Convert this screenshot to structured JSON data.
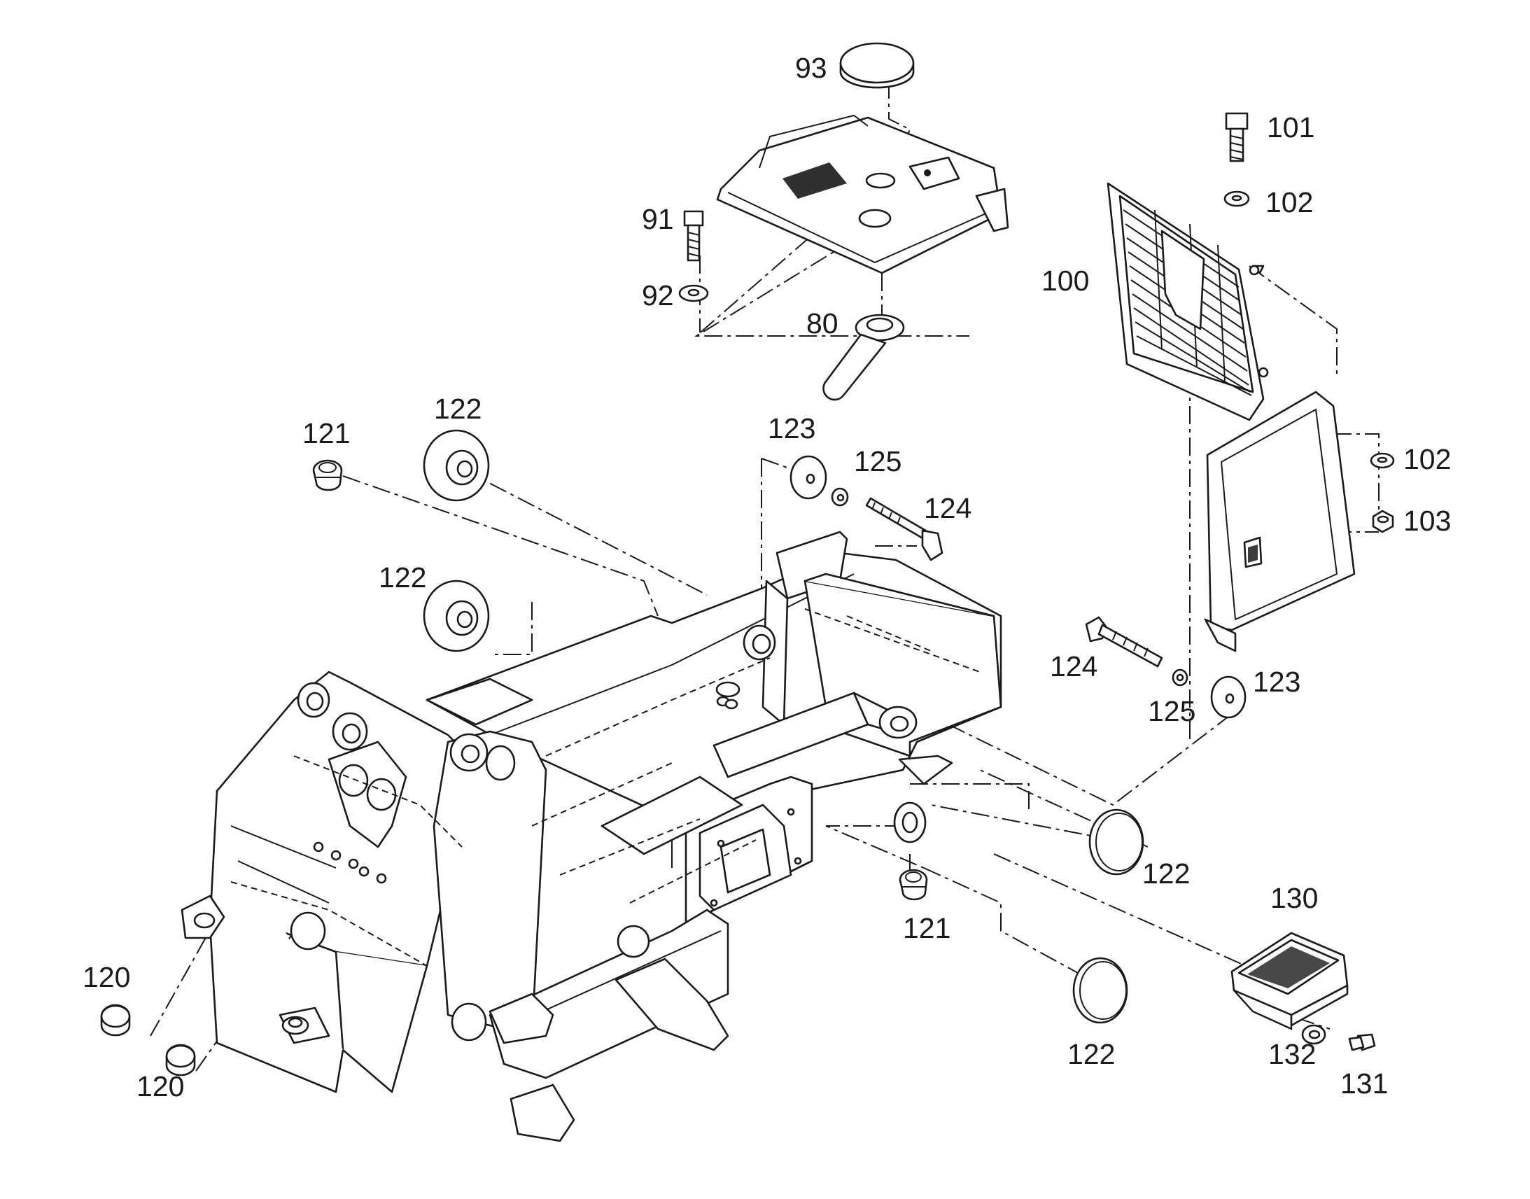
{
  "callouts": {
    "c80": "80",
    "c91": "91",
    "c92": "92",
    "c93": "93",
    "c100": "100",
    "c101": "101",
    "c102a": "102",
    "c102b": "102",
    "c103": "103",
    "c120a": "120",
    "c120b": "120",
    "c121a": "121",
    "c121b": "121",
    "c122a": "122",
    "c122b": "122",
    "c122c": "122",
    "c122d": "122",
    "c123a": "123",
    "c123b": "123",
    "c124a": "124",
    "c124b": "124",
    "c125a": "125",
    "c125b": "125",
    "c130": "130",
    "c131": "131",
    "c132": "132"
  },
  "icons": {
    "main_frame": "loader-frame-drawing",
    "bolt": "bolt-icon",
    "washer": "washer-icon",
    "plug": "plug-icon",
    "grille": "grille-icon"
  },
  "colors": {
    "line": "#1a1a1a",
    "background": "#ffffff"
  }
}
